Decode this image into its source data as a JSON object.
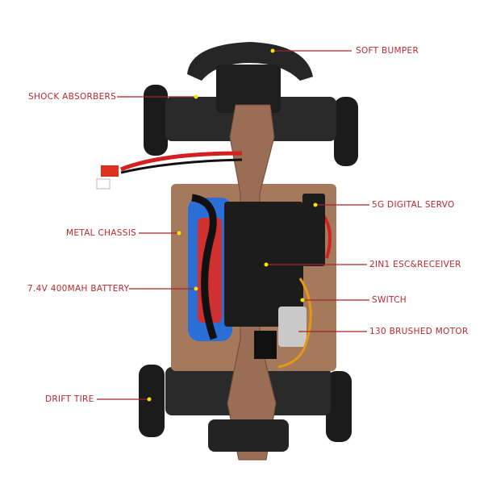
{
  "colors": {
    "label": "#b8292f",
    "leader_line": "#a8242a",
    "dot": "#f2e600",
    "chassis": "#a57a5c",
    "battery": "#2a6fd6"
  },
  "labels": {
    "soft_bumper": "SOFT BUMPER",
    "shock_absorbers": "SHOCK ABSORBERS",
    "digital_servo": "5G DIGITAL SERVO",
    "metal_chassis": "METAL CHASSIS",
    "esc_receiver": "2IN1 ESC&RECEIVER",
    "battery": "7.4V 400MAH BATTERY",
    "switch": "SWITCH",
    "motor": "130 BRUSHED MOTOR",
    "drift_tire": "DRIFT TIRE"
  }
}
